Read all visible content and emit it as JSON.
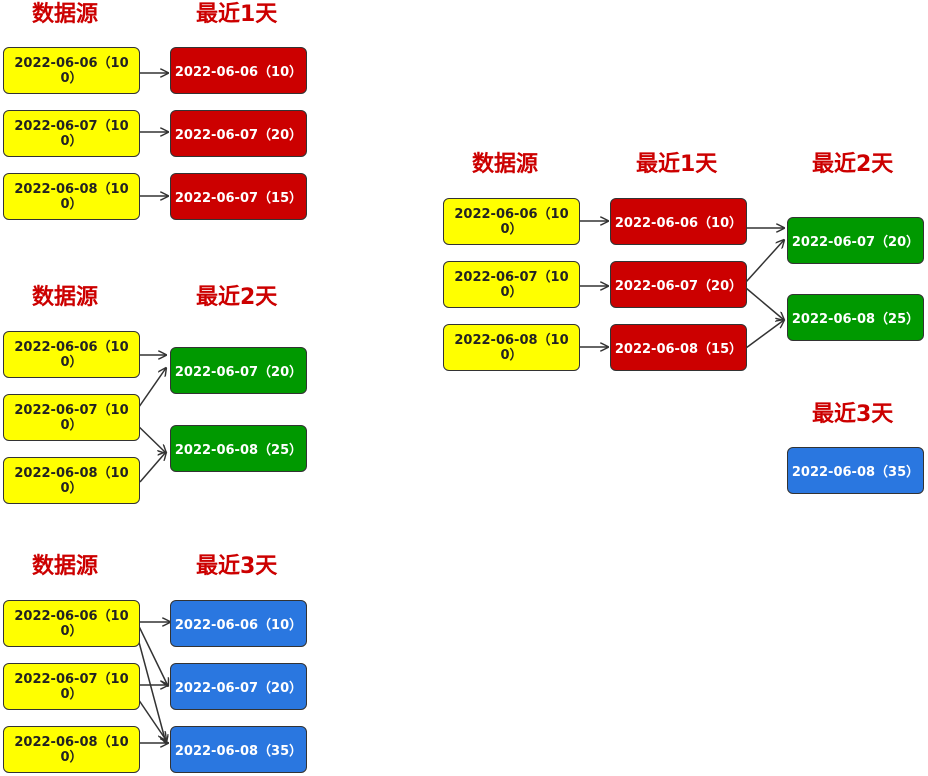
{
  "colors": {
    "source": "#ffff00",
    "day1": "#cc0000",
    "day2": "#009900",
    "day3": "#2a77e0",
    "heading": "#cc0000",
    "arrow": "#333333"
  },
  "headings": {
    "source": "数据源",
    "day1": "最近1天",
    "day2": "最近2天",
    "day3": "最近3天"
  },
  "sources": [
    "2022-06-06（100）",
    "2022-06-07（100）",
    "2022-06-08（100）"
  ],
  "day1": [
    "2022-06-06（10）",
    "2022-06-07（20）",
    "2022-06-07（15）"
  ],
  "day1_combined": [
    "2022-06-06（10）",
    "2022-06-07（20）",
    "2022-06-08（15）"
  ],
  "day2": [
    "2022-06-07（20）",
    "2022-06-08（25）"
  ],
  "day3": [
    "2022-06-06（10）",
    "2022-06-07（20）",
    "2022-06-08（35）"
  ],
  "day3_combined": [
    "2022-06-08（35）"
  ]
}
